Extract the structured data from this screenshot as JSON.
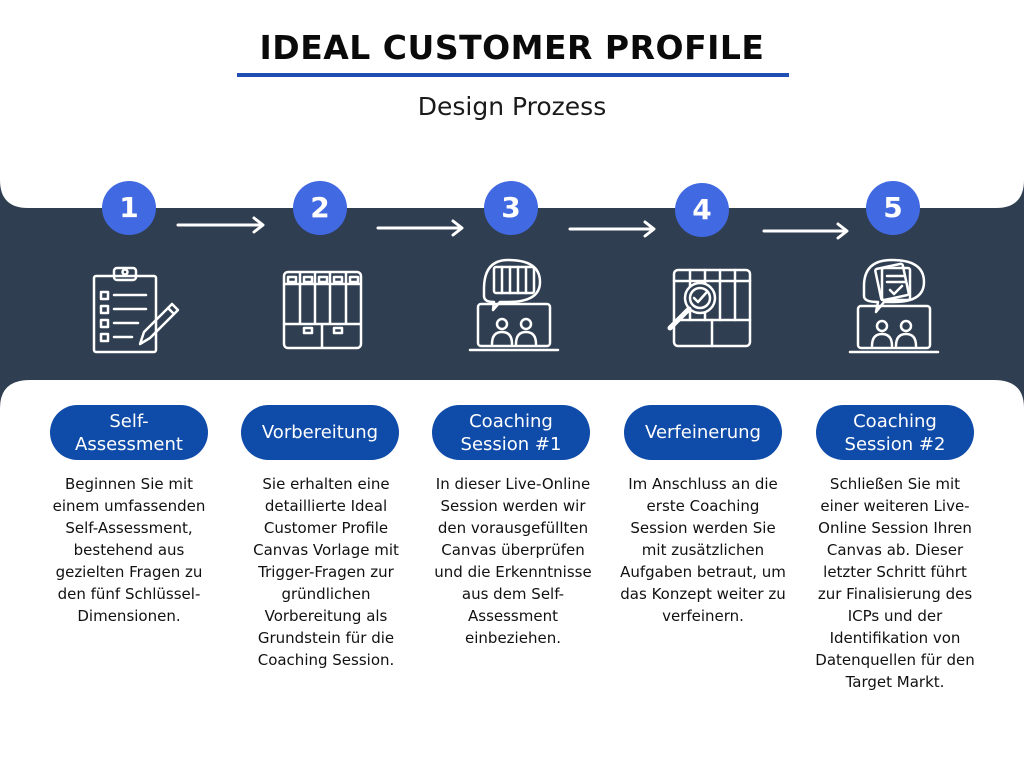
{
  "header": {
    "title": "IDEAL CUSTOMER PROFILE",
    "subtitle": "Design Prozess"
  },
  "colors": {
    "accent": "#4169e1",
    "pill": "#0f4ba8",
    "band": "#2f3e50",
    "underline": "#1f4fb3"
  },
  "steps": [
    {
      "number": "1",
      "icon": "clipboard-checklist-icon",
      "label": "Self-Assessment",
      "description": "Beginnen Sie mit einem umfassenden Self-Assessment, bestehend aus gezielten Fragen zu den fünf Schlüssel-Dimensionen."
    },
    {
      "number": "2",
      "icon": "canvas-board-icon",
      "label": "Vorbereitung",
      "description": "Sie erhalten eine detaillierte Ideal Customer Profile Canvas Vorlage mit Trigger-Fragen zur gründlichen Vorbereitung als Grundstein für die Coaching Session."
    },
    {
      "number": "3",
      "icon": "video-coaching-icon",
      "label": "Coaching Session #1",
      "description": "In dieser Live-Online Session werden wir den vorausgefüllten Canvas überprüfen und die Erkenntnisse aus dem Self-Assessment einbeziehen."
    },
    {
      "number": "4",
      "icon": "canvas-review-icon",
      "label": "Verfeinerung",
      "description": "Im Anschluss an die erste Coaching Session werden Sie mit zusätzlichen Aufgaben betraut, um das Konzept weiter zu verfeinern."
    },
    {
      "number": "5",
      "icon": "video-document-icon",
      "label": "Coaching Session #2",
      "description": "Schließen Sie mit einer weiteren Live-Online Session Ihren Canvas ab. Dieser letzter Schritt führt zur Finalisierung des ICPs und der Identifikation von Datenquellen für den Target Markt."
    }
  ]
}
